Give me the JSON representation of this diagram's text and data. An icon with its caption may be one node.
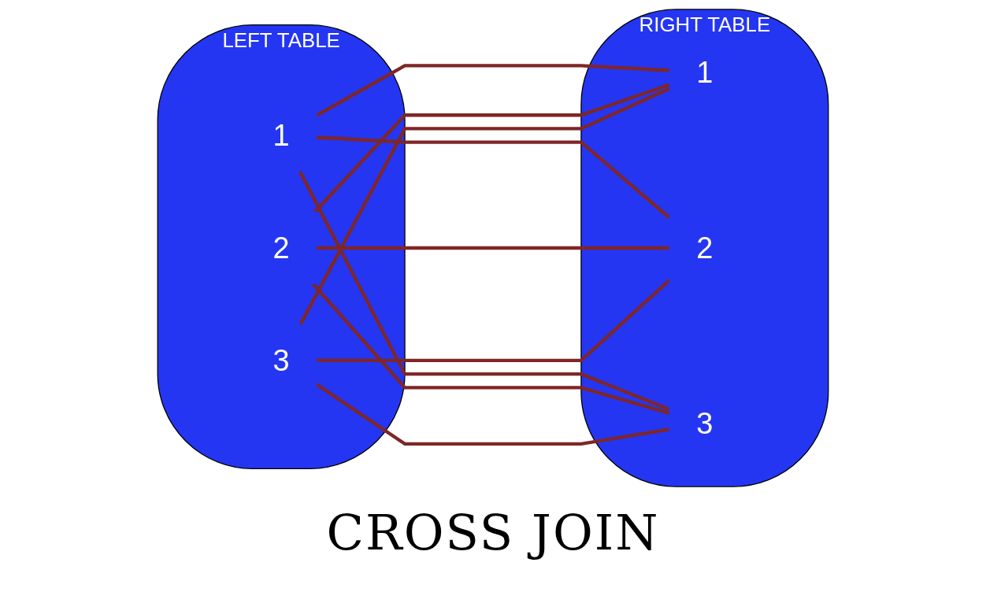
{
  "diagram": {
    "title": "CROSS JOIN",
    "nodes": [
      {
        "text": [
          "LEFT TABLE"
        ]
      },
      {
        "text": [
          "1"
        ],
        "in": 0
      },
      {
        "text": [
          "2"
        ],
        "in": 0
      },
      {
        "text": [
          "3"
        ],
        "in": 0
      },
      {
        "text": [
          "RIGHT TABLE"
        ]
      },
      {
        "text": [
          "1"
        ],
        "in": 4
      },
      {
        "text": [
          "2"
        ],
        "in": 4
      },
      {
        "text": [
          "3"
        ],
        "in": 4
      }
    ],
    "edges": [
      {
        "from": 1,
        "to": 5,
        "arrow": "none"
      },
      {
        "from": 1,
        "to": 6,
        "arrow": "none"
      },
      {
        "from": 1,
        "to": 7,
        "arrow": "none"
      },
      {
        "from": 2,
        "to": 5,
        "arrow": "none"
      },
      {
        "from": 2,
        "to": 6,
        "arrow": "none"
      },
      {
        "from": 2,
        "to": 7,
        "arrow": "none"
      },
      {
        "from": 3,
        "to": 5,
        "arrow": "none"
      },
      {
        "from": 3,
        "to": 6,
        "arrow": "none"
      },
      {
        "from": 3,
        "to": 7,
        "arrow": "none"
      }
    ]
  }
}
